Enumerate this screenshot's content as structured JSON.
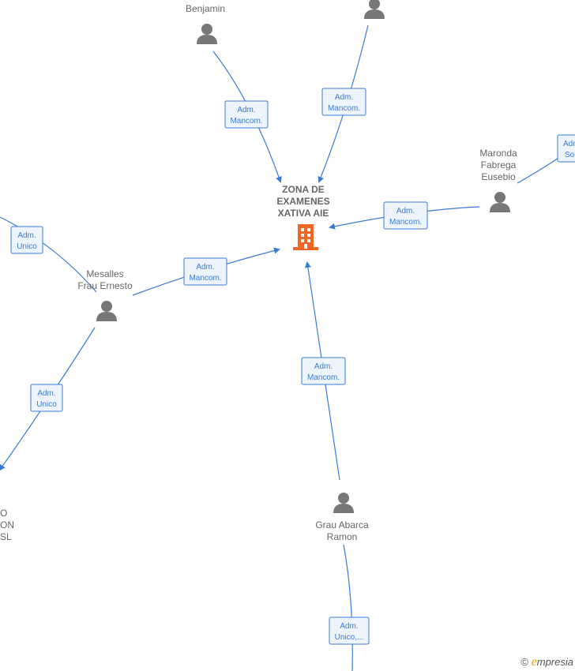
{
  "center": {
    "name_lines": [
      "ZONA DE",
      "EXAMENES",
      "XATIVA AIE"
    ],
    "icon": "building-icon",
    "color": "#f26522"
  },
  "people": [
    {
      "id": "benjamin",
      "lines": [
        "Benjamin"
      ]
    },
    {
      "id": "top-right",
      "lines": []
    },
    {
      "id": "maronda",
      "lines": [
        "Maronda",
        "Fabrega",
        "Eusebio"
      ]
    },
    {
      "id": "mesalles",
      "lines": [
        "Mesalles",
        "Frau Ernesto"
      ]
    },
    {
      "id": "grau",
      "lines": [
        "Grau Abarca",
        "Ramon"
      ]
    }
  ],
  "edge_labels": [
    [
      "Adm.",
      "Mancom."
    ],
    [
      "Adm.",
      "Mancom."
    ],
    [
      "Adm.",
      "Mancom."
    ],
    [
      "Adm.",
      "Mancom."
    ],
    [
      "Adm.",
      "Mancom."
    ],
    [
      "Adm.",
      "Solo"
    ],
    [
      "Adm.",
      "Unico"
    ],
    [
      "Adm.",
      "Unico"
    ],
    [
      "Adm.",
      "Unico,..."
    ]
  ],
  "partial_company_lines": [
    "O",
    "ON",
    "SL"
  ],
  "footer": {
    "symbol": "©",
    "brand_e": "e",
    "brand_rest": "mpresia"
  },
  "colors": {
    "edge": "#3a7bd5",
    "node": "#777777",
    "accent": "#f26522"
  }
}
